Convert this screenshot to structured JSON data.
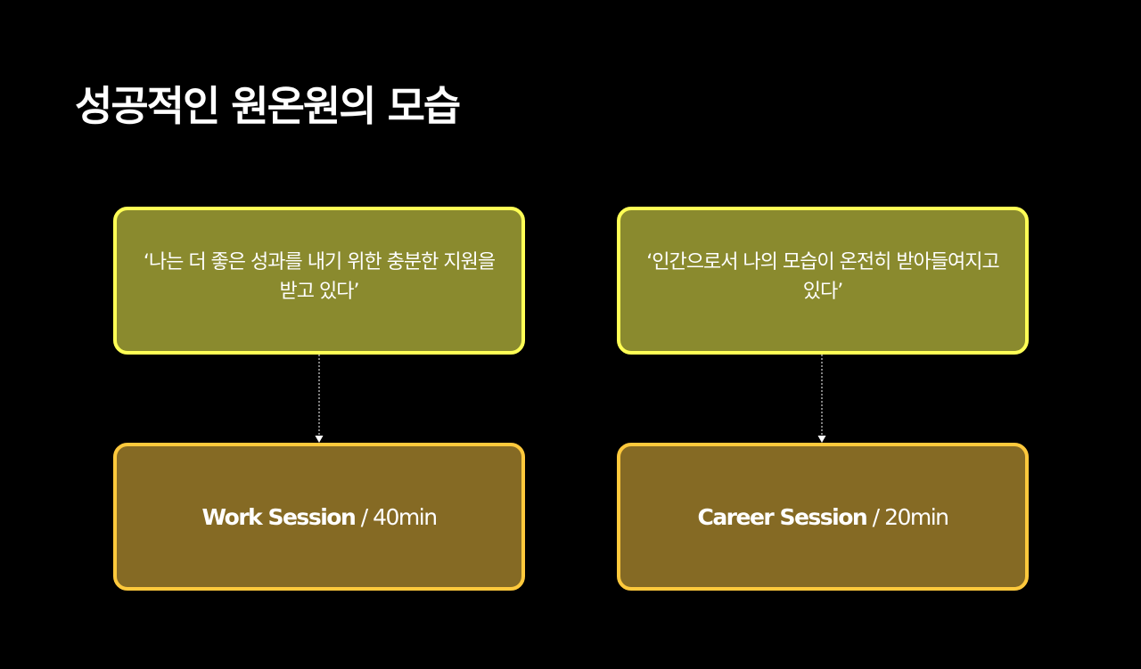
{
  "title": "성공적인 원온원의 모습",
  "colors": {
    "background": "#000000",
    "top_box_fill": "#8a8a2e",
    "top_box_border": "#ffff55",
    "bottom_box_fill": "#856a24",
    "bottom_box_border": "#ffc93c",
    "connector": "#ffffff"
  },
  "columns": [
    {
      "quote": "‘나는 더 좋은 성과를 내기 위한 충분한 지원을 받고 있다’",
      "session_name": "Work Session",
      "separator": " / ",
      "duration": "40min"
    },
    {
      "quote": "‘인간으로서 나의 모습이 온전히 받아들여지고 있다’",
      "session_name": "Career Session",
      "separator": " / ",
      "duration": "20min"
    }
  ]
}
